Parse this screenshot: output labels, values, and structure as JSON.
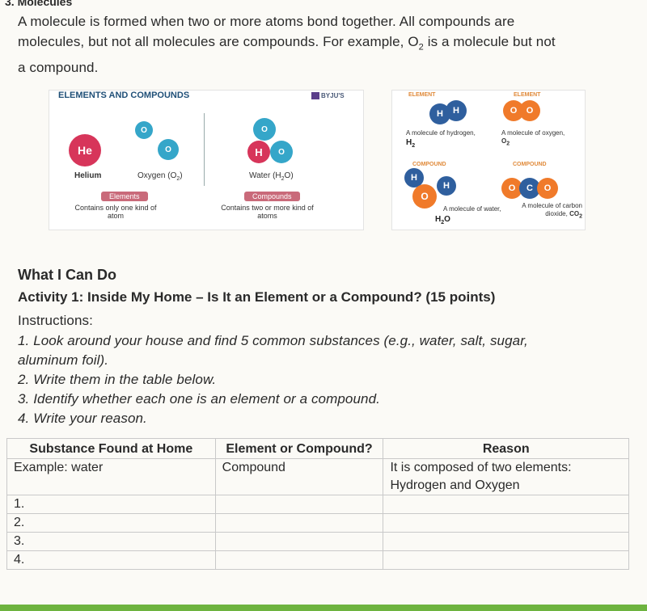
{
  "page": {
    "section_heading": "3. Molecules",
    "intro_line1": "A molecule is formed when two or more atoms bond together. All compounds are",
    "intro_line2_pre": "molecules, but not all molecules are compounds. For example, O",
    "intro_line2_sub": "2",
    "intro_line2_post": " is a molecule but not",
    "intro_line3": "a compound."
  },
  "left_diagram": {
    "title": "ELEMENTS AND COMPOUNDS",
    "brand": "BYJU'S",
    "helium_symbol": "He",
    "oxygen_symbol": "O",
    "hydrogen_symbol": "H",
    "helium_label": "Helium",
    "oxygen_label": "Oxygen (O",
    "oxygen_sub": "2",
    "water_label": "Water (H",
    "water_sub": "2",
    "water_label_end": "O)",
    "elements_pill": "Elements",
    "compounds_pill": "Compounds",
    "elements_desc": "Contains only one kind of atom",
    "compounds_desc": "Contains two or more kind of atoms"
  },
  "right_diagram": {
    "element_tag": "ELEMENT",
    "compound_tag": "COMPOUND",
    "h2_desc": "A molecule of hydrogen,",
    "h2_formula": "H",
    "h2_sub": "2",
    "o2_desc": "A molecule of oxygen,",
    "o2_formula": "O",
    "o2_sub": "2",
    "water_desc": "A molecule of water,",
    "water_formula": "H",
    "water_sub": "2",
    "water_formula_end": "O",
    "co2_desc": "A molecule of carbon dioxide,",
    "co2_formula": "CO",
    "co2_sub": "2",
    "h_symbol": "H",
    "o_symbol": "O",
    "c_symbol": "C"
  },
  "activity": {
    "section_title": "What I Can Do",
    "title": "Activity 1: Inside My Home – Is It an Element or a Compound? (15 points)",
    "instructions_label": "Instructions:",
    "step1a": "1. Look around your house and find 5 common substances (e.g., water, salt, sugar,",
    "step1b": "aluminum foil).",
    "step2": "2. Write them in the table below.",
    "step3": "3. Identify whether each one is an element or a compound.",
    "step4": "4. Write your reason."
  },
  "table": {
    "headers": [
      "Substance Found at Home",
      "Element or Compound?",
      "Reason"
    ],
    "example": {
      "substance": "Example: water",
      "type": "Compound",
      "reason": "It is composed of two elements: Hydrogen and Oxygen"
    },
    "rows": [
      "1.",
      "2.",
      "3.",
      "4."
    ]
  },
  "colors": {
    "helium": "#d7355a",
    "oxygen": "#35a6c9",
    "hydrogen": "#d7355a",
    "orange_atom": "#f07a2a",
    "blue_atom": "#2f5f9e",
    "pill": "#c96a7a",
    "green_strip": "#6db33f"
  }
}
